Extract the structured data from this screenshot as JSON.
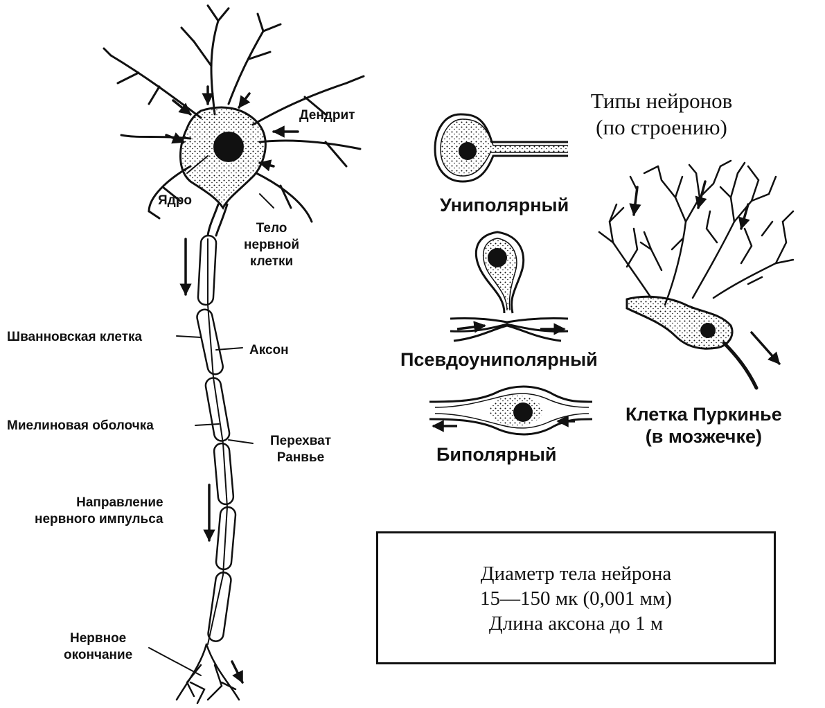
{
  "colors": {
    "ink": "#111111",
    "background": "#ffffff"
  },
  "neuron_labels": {
    "dendrite": "Дендрит",
    "nucleus": "Ядро",
    "cell_body": "Тело\nнервной\nклетки",
    "schwann_cell": "Шванновская клетка",
    "axon": "Аксон",
    "myelin_sheath": "Миелиновая оболочка",
    "ranvier_node": "Перехват\nРанвье",
    "impulse_direction": "Направление\nнервного импульса",
    "nerve_ending": "Нервное\nокончание"
  },
  "types_title": "Типы нейронов\n(по строению)",
  "types": {
    "unipolar": "Униполярный",
    "pseudounipolar": "Псевдоуниполярный",
    "bipolar": "Биполярный",
    "purkinje": "Клетка Пуркинье\n(в мозжечке)"
  },
  "info_box": {
    "line1": "Диаметр тела нейрона",
    "line2": "15—150 мк (0,001 мм)",
    "line3": "Длина аксона до 1 м"
  }
}
